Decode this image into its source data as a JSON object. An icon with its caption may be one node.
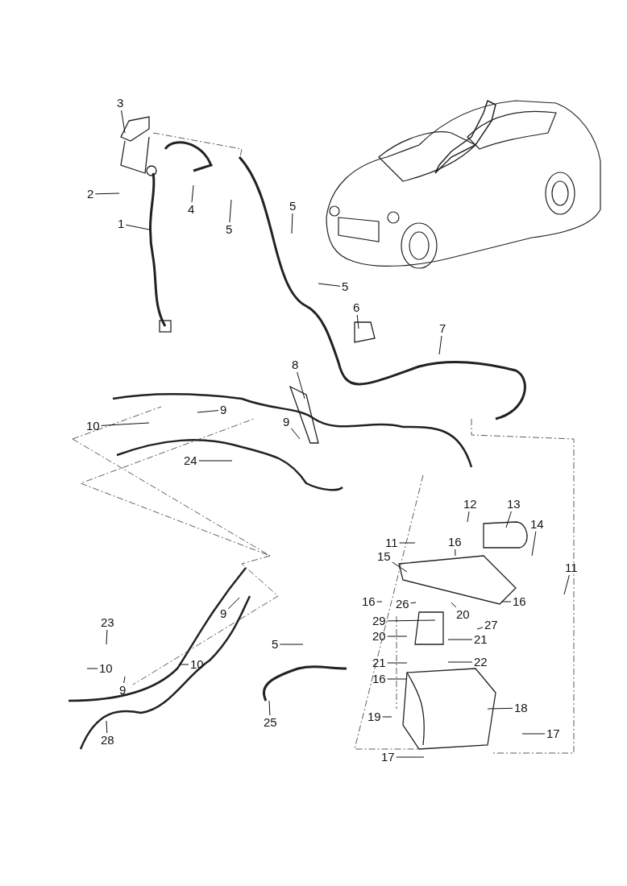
{
  "diagram": {
    "nodes": [
      {
        "text": [
          "3"
        ]
      },
      {
        "text": [
          "2"
        ]
      },
      {
        "text": [
          "4"
        ]
      },
      {
        "text": [
          "1"
        ]
      },
      {
        "text": [
          "5"
        ]
      },
      {
        "text": [
          "5"
        ]
      },
      {
        "text": [
          "5"
        ]
      },
      {
        "text": [
          "6"
        ]
      },
      {
        "text": [
          "7"
        ]
      },
      {
        "text": [
          "8"
        ]
      },
      {
        "text": [
          "9"
        ]
      },
      {
        "text": [
          "10"
        ]
      },
      {
        "text": [
          "9"
        ]
      },
      {
        "text": [
          "24"
        ]
      },
      {
        "text": [
          "12"
        ]
      },
      {
        "text": [
          "13"
        ]
      },
      {
        "text": [
          "14"
        ]
      },
      {
        "text": [
          "11"
        ]
      },
      {
        "text": [
          "16"
        ]
      },
      {
        "text": [
          "15"
        ]
      },
      {
        "text": [
          "11"
        ]
      },
      {
        "text": [
          "16"
        ]
      },
      {
        "text": [
          "26"
        ]
      },
      {
        "text": [
          "20"
        ]
      },
      {
        "text": [
          "9"
        ]
      },
      {
        "text": [
          "29"
        ]
      },
      {
        "text": [
          "27"
        ]
      },
      {
        "text": [
          "16"
        ]
      },
      {
        "text": [
          "23"
        ]
      },
      {
        "text": [
          "20"
        ]
      },
      {
        "text": [
          "21"
        ]
      },
      {
        "text": [
          "5"
        ]
      },
      {
        "text": [
          "10"
        ]
      },
      {
        "text": [
          "10"
        ]
      },
      {
        "text": [
          "21"
        ]
      },
      {
        "text": [
          "22"
        ]
      },
      {
        "text": [
          "9"
        ]
      },
      {
        "text": [
          "16"
        ]
      },
      {
        "text": [
          "18"
        ]
      },
      {
        "text": [
          "19"
        ]
      },
      {
        "text": [
          "25"
        ]
      },
      {
        "text": [
          "17"
        ]
      },
      {
        "text": [
          "28"
        ]
      },
      {
        "text": [
          "17"
        ]
      }
    ],
    "edges": [
      {
        "from": 0,
        "to": null,
        "arrow": "none"
      },
      {
        "from": 1,
        "to": null,
        "arrow": "none"
      },
      {
        "from": 2,
        "to": null,
        "arrow": "none"
      },
      {
        "from": 3,
        "to": null,
        "arrow": "none"
      },
      {
        "from": 4,
        "to": null,
        "arrow": "none"
      },
      {
        "from": 5,
        "to": null,
        "arrow": "none"
      },
      {
        "from": 6,
        "to": null,
        "arrow": "none"
      },
      {
        "from": 7,
        "to": null,
        "arrow": "none"
      },
      {
        "from": 8,
        "to": null,
        "arrow": "none"
      },
      {
        "from": 9,
        "to": null,
        "arrow": "none"
      },
      {
        "from": 10,
        "to": null,
        "arrow": "none"
      },
      {
        "from": 11,
        "to": null,
        "arrow": "none"
      },
      {
        "from": 12,
        "to": null,
        "arrow": "none"
      },
      {
        "from": 13,
        "to": null,
        "arrow": "none"
      },
      {
        "from": 14,
        "to": null,
        "arrow": "none"
      },
      {
        "from": 15,
        "to": null,
        "arrow": "none"
      },
      {
        "from": 16,
        "to": null,
        "arrow": "none"
      },
      {
        "from": 17,
        "to": null,
        "arrow": "none"
      },
      {
        "from": 18,
        "to": null,
        "arrow": "none"
      },
      {
        "from": 19,
        "to": null,
        "arrow": "none"
      },
      {
        "from": 20,
        "to": null,
        "arrow": "none"
      },
      {
        "from": 21,
        "to": null,
        "arrow": "none"
      },
      {
        "from": 22,
        "to": null,
        "arrow": "none"
      },
      {
        "from": 23,
        "to": null,
        "arrow": "none"
      },
      {
        "from": 24,
        "to": null,
        "arrow": "none"
      },
      {
        "from": 25,
        "to": null,
        "arrow": "none"
      },
      {
        "from": 26,
        "to": null,
        "arrow": "none"
      },
      {
        "from": 27,
        "to": null,
        "arrow": "none"
      },
      {
        "from": 28,
        "to": null,
        "arrow": "none"
      },
      {
        "from": 29,
        "to": null,
        "arrow": "none"
      },
      {
        "from": 30,
        "to": null,
        "arrow": "none"
      },
      {
        "from": 31,
        "to": null,
        "arrow": "none"
      },
      {
        "from": 32,
        "to": null,
        "arrow": "none"
      },
      {
        "from": 33,
        "to": null,
        "arrow": "none"
      },
      {
        "from": 34,
        "to": null,
        "arrow": "none"
      },
      {
        "from": 35,
        "to": null,
        "arrow": "none"
      },
      {
        "from": 36,
        "to": null,
        "arrow": "none"
      },
      {
        "from": 37,
        "to": null,
        "arrow": "none"
      },
      {
        "from": 38,
        "to": null,
        "arrow": "none"
      },
      {
        "from": 39,
        "to": null,
        "arrow": "none"
      },
      {
        "from": 40,
        "to": null,
        "arrow": "none"
      },
      {
        "from": 41,
        "to": null,
        "arrow": "none"
      },
      {
        "from": 42,
        "to": null,
        "arrow": "none"
      },
      {
        "from": 43,
        "to": null,
        "arrow": "none"
      }
    ]
  }
}
